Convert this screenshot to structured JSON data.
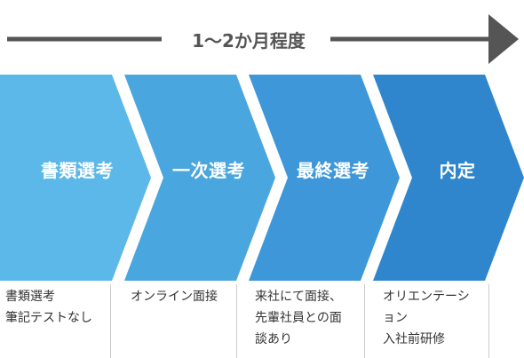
{
  "duration": {
    "label": "1〜2か月程度"
  },
  "steps": [
    {
      "label": "書類選考",
      "color": "#5bb8e8"
    },
    {
      "label": "一次選考",
      "color": "#4aa6de"
    },
    {
      "label": "最終選考",
      "color": "#3d97d8"
    },
    {
      "label": "内定",
      "color": "#2f86cc"
    }
  ],
  "details": [
    {
      "lines": [
        "書類選考",
        "筆記テストなし"
      ]
    },
    {
      "lines": [
        "オンライン面接"
      ]
    },
    {
      "lines": [
        "来社にて面接、",
        "先輩社員との面",
        "談あり"
      ]
    },
    {
      "lines": [
        "オリエンテーシ",
        "ョン",
        "入社前研修"
      ]
    }
  ],
  "colors": {
    "arrow": "#555555"
  }
}
